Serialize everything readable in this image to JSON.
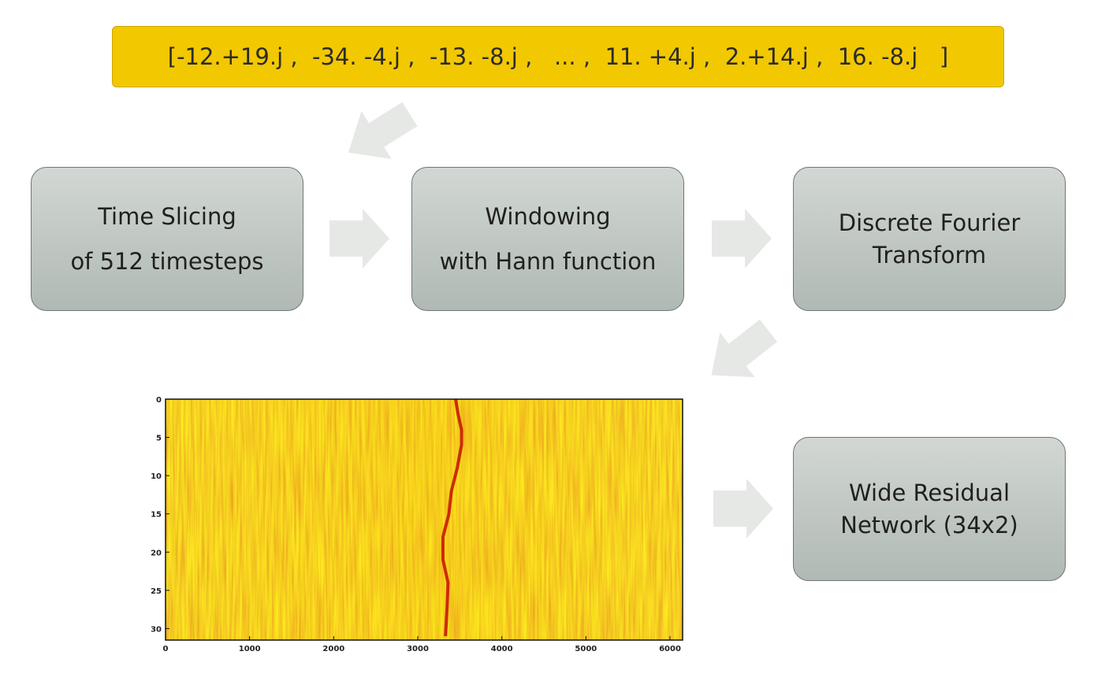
{
  "banner": {
    "text": "[-12.+19.j ,  -34. -4.j ,  -13. -8.j ,   ... ,  11. +4.j ,  2.+14.j ,  16. -8.j   ]"
  },
  "steps": {
    "time_slicing": {
      "line1": "Time Slicing",
      "line2": "of 512 timesteps"
    },
    "windowing": {
      "line1": "Windowing",
      "line2": "with Hann function"
    },
    "dft": {
      "line1": "Discrete Fourier",
      "line2": "Transform"
    },
    "wrn": {
      "line1": "Wide Residual",
      "line2": "Network (34x2)"
    }
  },
  "colors": {
    "banner": "#f2c800",
    "box_top": "#d2d7d3",
    "box_bottom": "#b0b9b4",
    "arrow": "#e6e8e6",
    "heatmap_base": "#f5a300",
    "heatmap_signal": "#c81a00"
  },
  "chart_data": {
    "type": "heatmap",
    "x_ticks": [
      "0",
      "1000",
      "2000",
      "3000",
      "4000",
      "5000",
      "6000"
    ],
    "y_ticks": [
      "0",
      "5",
      "10",
      "15",
      "20",
      "25",
      "30"
    ],
    "xlim": [
      0,
      6150
    ],
    "ylim": [
      0,
      31.5
    ],
    "signal_track": {
      "x": [
        3450,
        3480,
        3520,
        3520,
        3470,
        3400,
        3370,
        3300,
        3300,
        3360,
        3350,
        3330
      ],
      "y": [
        0,
        2,
        4,
        6,
        9,
        12,
        15,
        18,
        21,
        24,
        27,
        31
      ]
    }
  }
}
